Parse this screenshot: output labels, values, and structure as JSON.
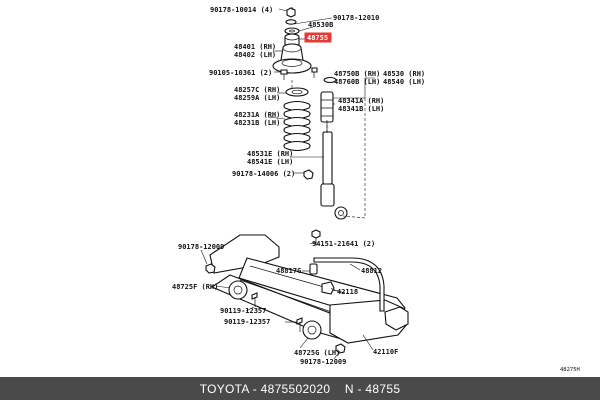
{
  "diagram": {
    "highlight_color": "#e53935",
    "labels": {
      "p90178_10014": "90178-10014 (4)",
      "p48530b": "48530B",
      "p90178_12010": "90178-12010",
      "p48755": "48755",
      "p48401": "48401 (RH)",
      "p48402": "48402 (LH)",
      "p90105": "90105-10361 (2)",
      "p48750b": "48750B (RH)",
      "p48760b": "48760B (LH)",
      "p48530": "48530 (RH)",
      "p48540": "48540 (LH)",
      "p48257c": "48257C (RH)",
      "p48259a": "48259A (LH)",
      "p48341a": "48341A (RH)",
      "p48341b": "48341B (LH)",
      "p48231a": "48231A (RH)",
      "p48231b": "48231B (LH)",
      "p48531e": "48531E (RH)",
      "p48541e": "48541E (LH)",
      "p90178_14006": "90178-14006 (2)",
      "p94151": "94151-21641 (2)",
      "p90178_12009a": "90178-12009",
      "p48817g": "48817G",
      "p48812": "48812",
      "p48725f": "48725F (RH)",
      "p42118": "42118",
      "p90119_a": "90119-12357",
      "p90119_b": "90119-12357",
      "p48725g": "48725G (LH)",
      "p42110f": "42110F",
      "p90178_12009b": "90178-12009",
      "ref": "48275H"
    }
  },
  "footer": {
    "text": "TOYOTA - 4875502020    N - 48755"
  }
}
